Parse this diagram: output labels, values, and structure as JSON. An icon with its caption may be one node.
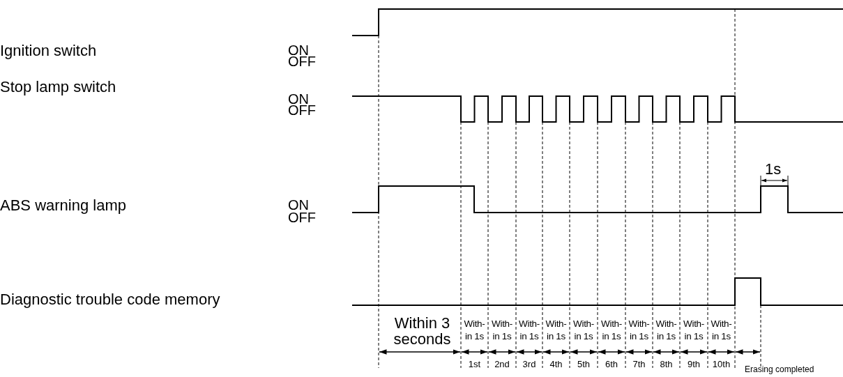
{
  "diagram": {
    "labels": [
      "Ignition switch",
      "ON",
      "OFF",
      "Stop lamp switch",
      "ON",
      "OFF",
      "1s",
      "ABS warning lamp",
      "ON",
      "OFF",
      "Diagnostic trouble code memory",
      "Within 3 seconds",
      "With- in 1s",
      "With- in 1s",
      "With- in 1s",
      "With- in 1s",
      "With- in 1s",
      "With- in 1s",
      "With- in 1s",
      "With- in 1s",
      "With- in 1s",
      "With- in 1s",
      "1st",
      "2nd",
      "3rd",
      "4th",
      "5th",
      "6th",
      "7th",
      "8th",
      "9th",
      "10th",
      "Erasing completed"
    ]
  }
}
